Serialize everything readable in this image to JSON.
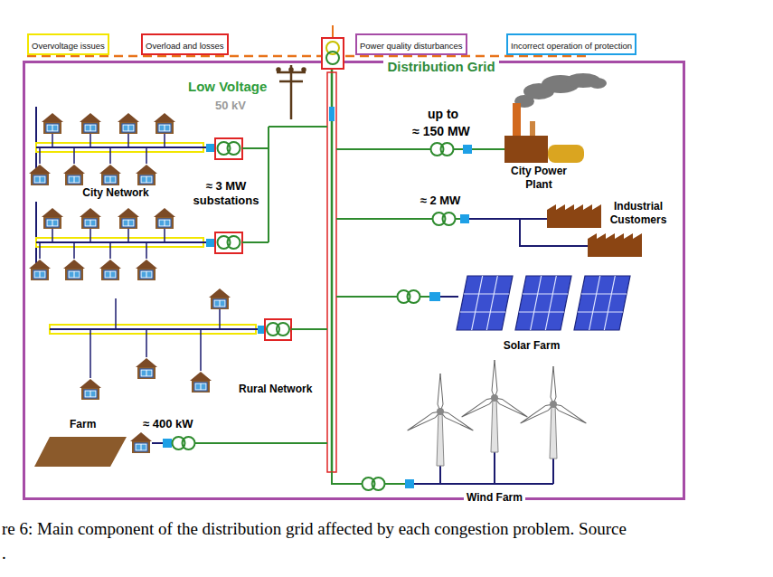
{
  "diagram": {
    "caption": "re 6: Main component of the distribution grid affected by each congestion problem. Source",
    "nodes": [
      {
        "text": [
          "Distribution Grid"
        ]
      }
    ],
    "labels": [
      "Low Voltage",
      "50 kV",
      "up to",
      "≈ 150 MW",
      "City Power Plant",
      "≈ 3 MW substations",
      "City Network",
      "≈ 2 MW",
      "Industrial Customers",
      "Solar Farm",
      "Rural Network",
      "Farm",
      "≈ 400 kW",
      "Wind Farm",
      "."
    ],
    "legend": [
      {
        "text": "Overvoltage issues",
        "color": "#f2e600"
      },
      {
        "text": "Overload and losses",
        "color": "#e02424"
      },
      {
        "text": "Power quality disturbances",
        "color": "#a64ca6"
      },
      {
        "text": "Incorrect operation of protection",
        "color": "#1ea0e6"
      }
    ]
  }
}
